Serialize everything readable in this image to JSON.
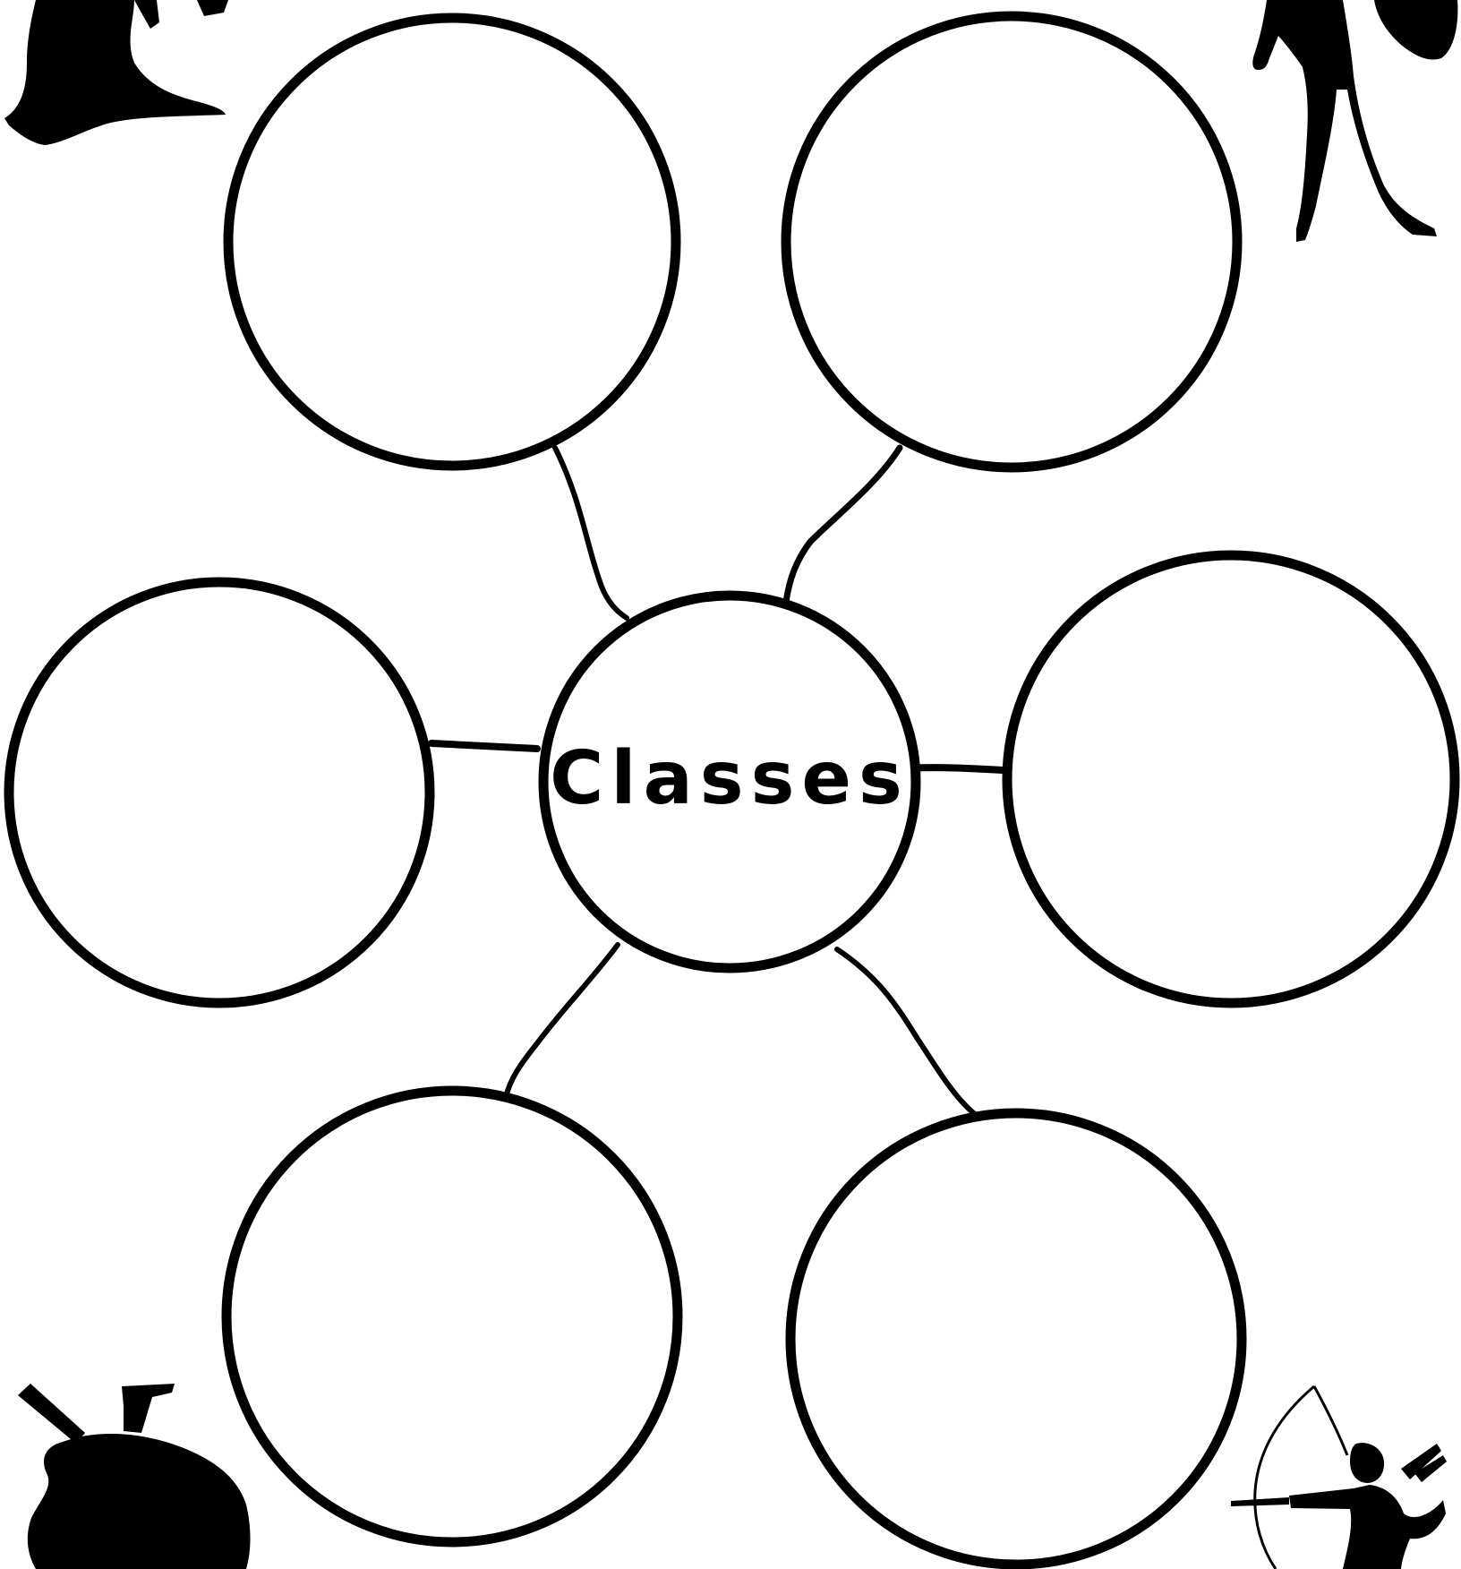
{
  "diagram": {
    "center_label": "Classes",
    "outer_bubble_count": 6,
    "outer_bubbles": [
      {
        "label": ""
      },
      {
        "label": ""
      },
      {
        "label": ""
      },
      {
        "label": ""
      },
      {
        "label": ""
      },
      {
        "label": ""
      }
    ],
    "colors": {
      "ink": "#000000",
      "paper": "#ffffff"
    },
    "decorations": [
      "wizard-silhouette",
      "warrior-silhouette",
      "samurai-silhouette",
      "archer-silhouette"
    ]
  }
}
